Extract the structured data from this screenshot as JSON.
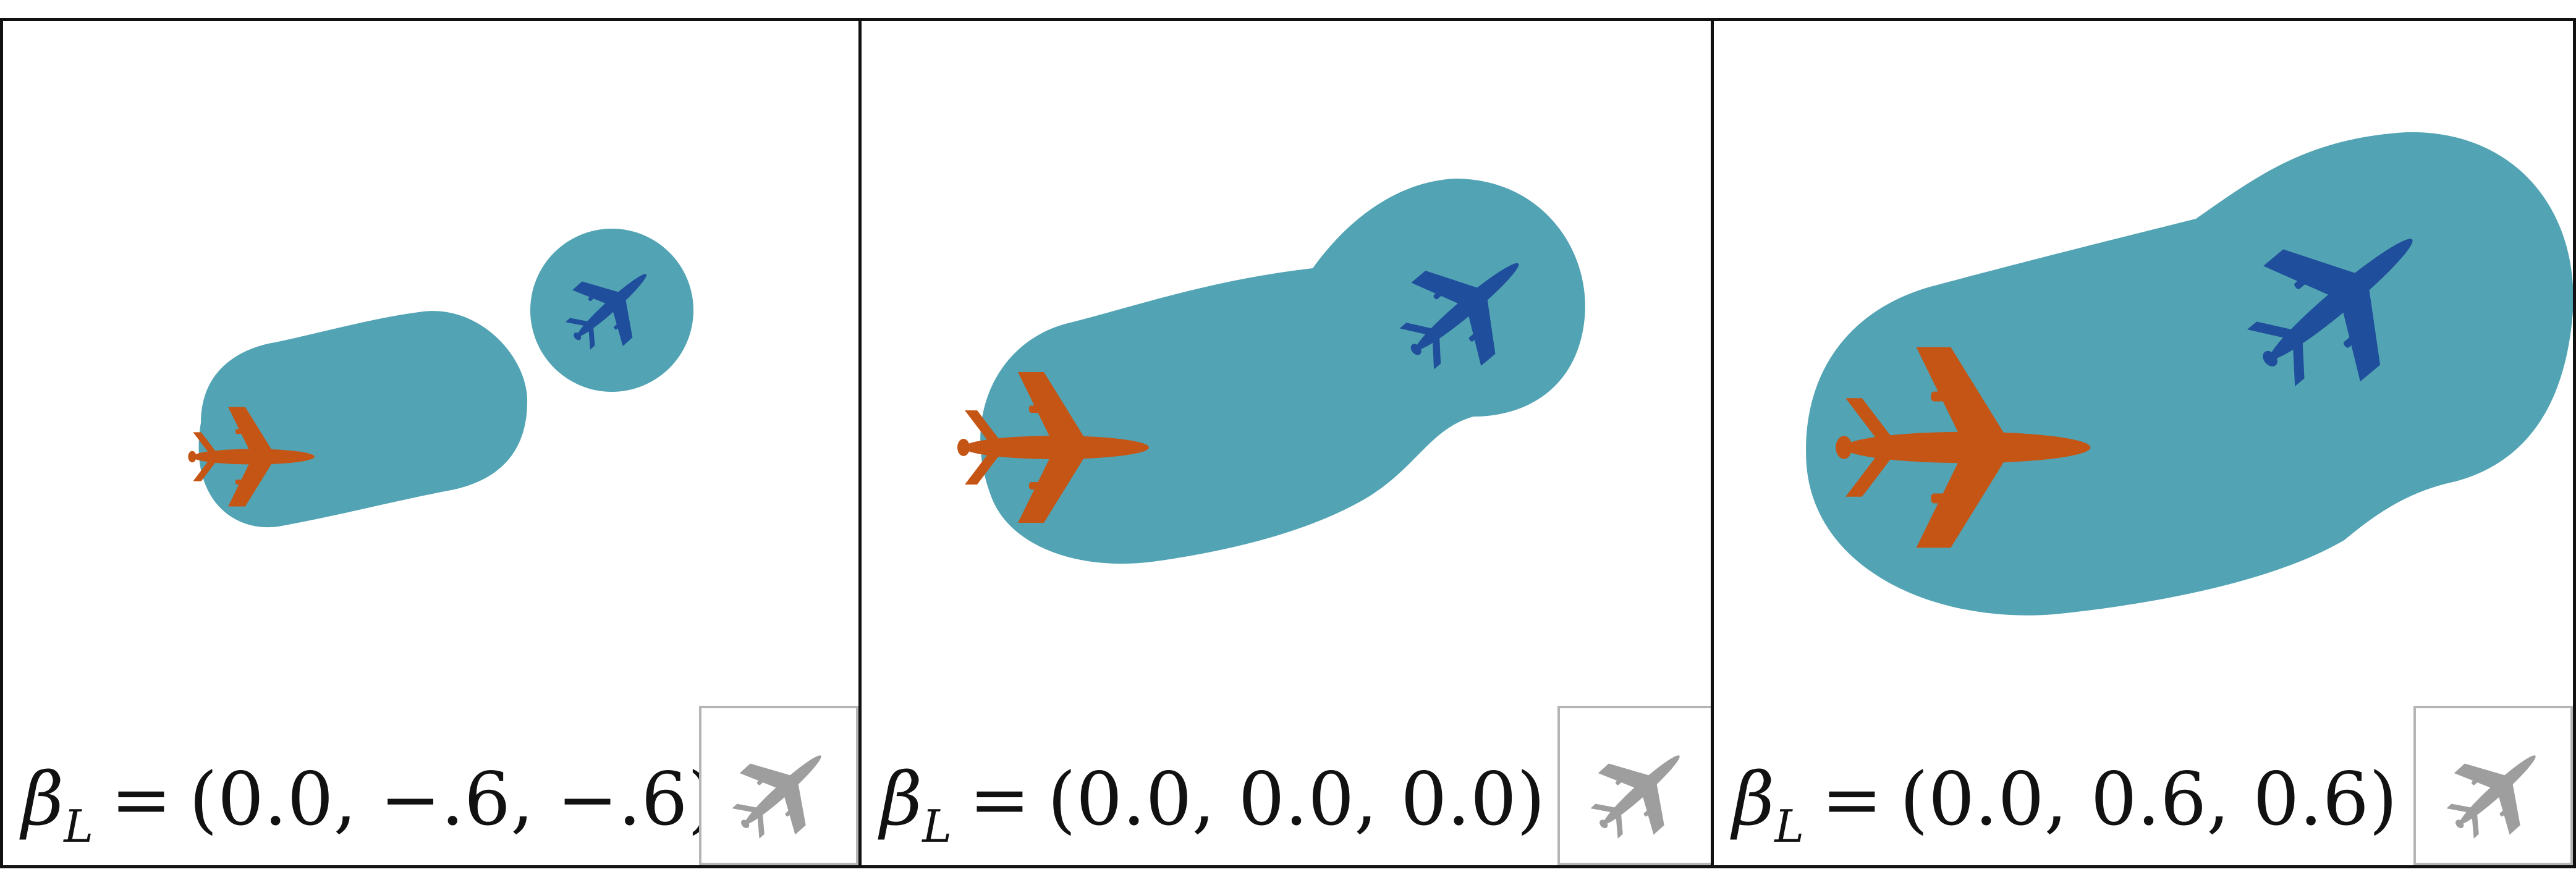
{
  "colors": {
    "region": "#52a3b3",
    "plane_orange": "#c55515",
    "plane_blue": "#1f4e9c",
    "plane_gray": "#9e9e9e",
    "frame": "#111111",
    "inset_border": "#b5b5b5"
  },
  "icons": [
    "airplane-icon"
  ],
  "panels": [
    {
      "beta": "β",
      "sub": "L",
      "equals": "=",
      "value": "(0.0, −.6, −.6)"
    },
    {
      "beta": "β",
      "sub": "L",
      "equals": "=",
      "value": "(0.0, 0.0, 0.0)"
    },
    {
      "beta": "β",
      "sub": "L",
      "equals": "=",
      "value": "(0.0, 0.6, 0.6)"
    }
  ]
}
